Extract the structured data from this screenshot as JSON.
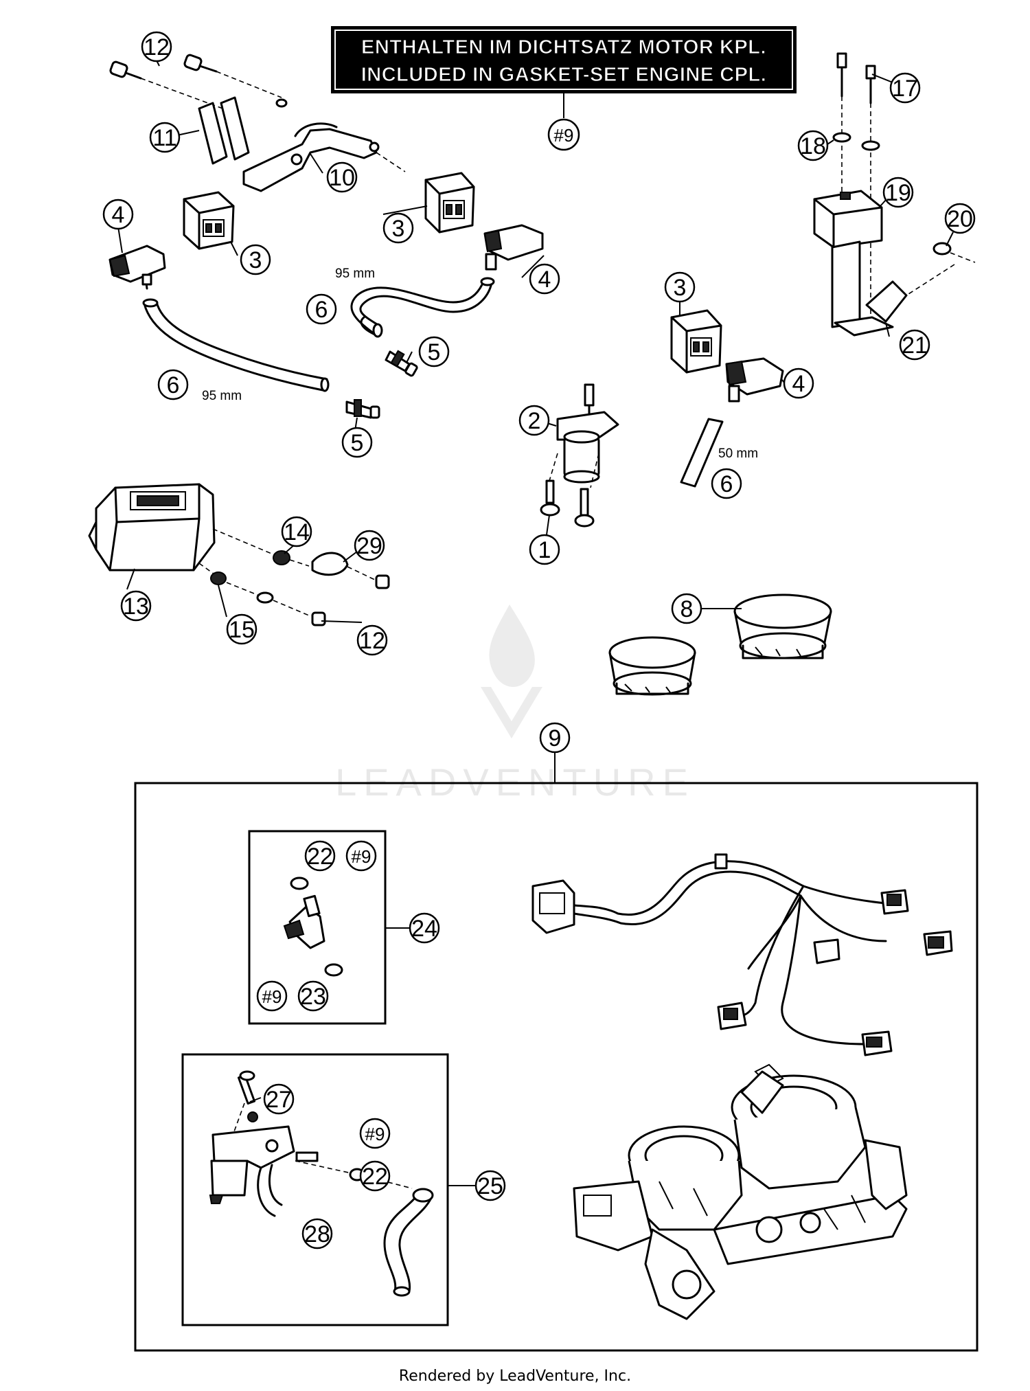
{
  "banner": {
    "line1": "ENTHALTEN IM DICHTSATZ MOTOR KPL.",
    "line2": "INCLUDED IN GASKET-SET ENGINE CPL.",
    "ref": "#9"
  },
  "callouts": {
    "c1": "1",
    "c2": "2",
    "c3a": "3",
    "c3b": "3",
    "c3c": "3",
    "c4a": "4",
    "c4b": "4",
    "c4c": "4",
    "c5a": "5",
    "c5b": "5",
    "c6a": "6",
    "c6b": "6",
    "c6c": "6",
    "c8": "8",
    "c9": "9",
    "c10": "10",
    "c11": "11",
    "c12a": "12",
    "c12b": "12",
    "c13": "13",
    "c14": "14",
    "c15": "15",
    "c17": "17",
    "c18": "18",
    "c19": "19",
    "c20": "20",
    "c21": "21",
    "c22a": "22",
    "c22b": "22",
    "c23": "23",
    "c24": "24",
    "c25": "25",
    "c27": "27",
    "c28": "28",
    "c29": "29",
    "h9a": "#9",
    "h9b": "#9",
    "h9c": "#9"
  },
  "dimensions": {
    "hose_a": "95 mm",
    "hose_b": "95 mm",
    "hose_c": "50 mm"
  },
  "watermark": {
    "text": "LEADVENTURE"
  },
  "footer": {
    "text": "Rendered by LeadVenture, Inc."
  },
  "colors": {
    "ink": "#000000",
    "paper": "#ffffff",
    "watermark": "#e8e8e8"
  }
}
